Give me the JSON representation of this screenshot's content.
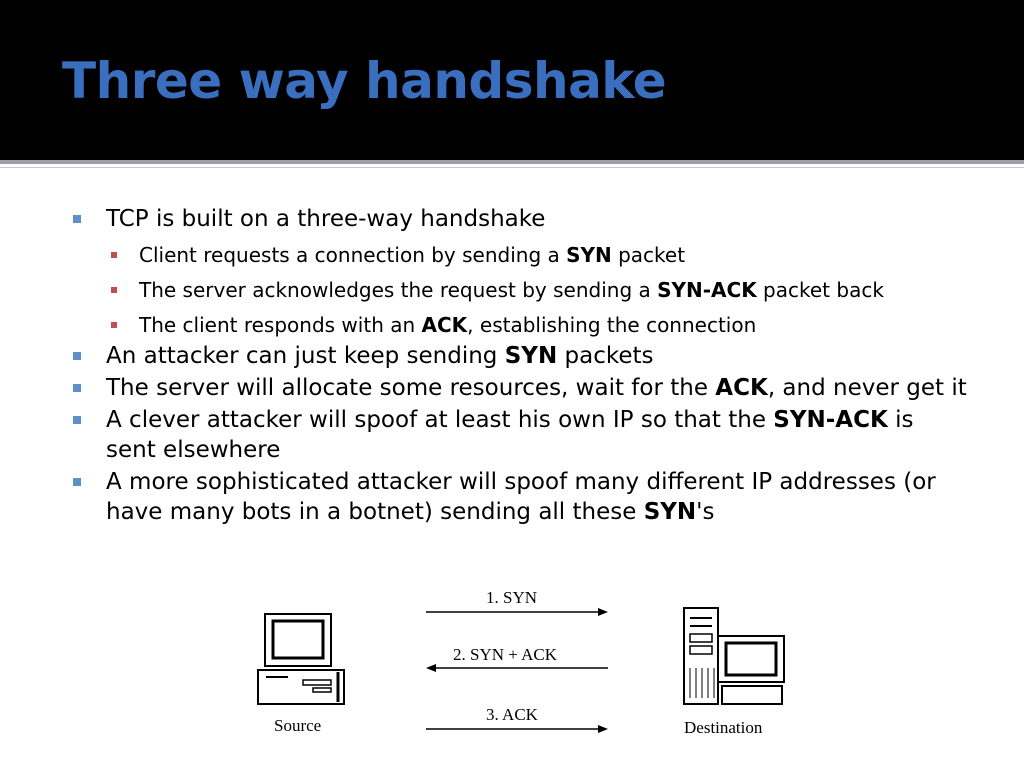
{
  "slide": {
    "title": "Three way handshake"
  },
  "bullets": {
    "b1": {
      "text": "TCP is built on a three-way handshake"
    },
    "b1_sub1": {
      "pre": "Client requests a connection by sending a ",
      "bold": "SYN",
      "post": " packet"
    },
    "b1_sub2": {
      "pre": "The server acknowledges the request by sending a ",
      "bold": "SYN-ACK",
      "post": " packet back"
    },
    "b1_sub3": {
      "pre": "The client responds with an ",
      "bold": "ACK",
      "post": ", establishing the connection"
    },
    "b2": {
      "pre": "An attacker can just keep sending ",
      "bold": "SYN",
      "post": " packets"
    },
    "b3": {
      "pre": "The server will allocate some resources, wait for the ",
      "bold": "ACK",
      "post": ", and never get it"
    },
    "b4": {
      "pre": "A clever attacker will spoof at least his own IP so that the ",
      "bold": "SYN-ACK",
      "post": " is sent elsewhere"
    },
    "b5": {
      "pre": "A more sophisticated attacker will spoof many different IP addresses (or have many bots in a botnet) sending all these ",
      "bold": "SYN",
      "post": "'s"
    }
  },
  "diagram": {
    "step1": "1. SYN",
    "step2": "2. SYN + ACK",
    "step3": "3. ACK",
    "source_label": "Source",
    "destination_label": "Destination"
  },
  "colors": {
    "title": "#3a6fc0",
    "level1_bullet": "#5d90c8",
    "level2_bullet": "#c0504d"
  }
}
